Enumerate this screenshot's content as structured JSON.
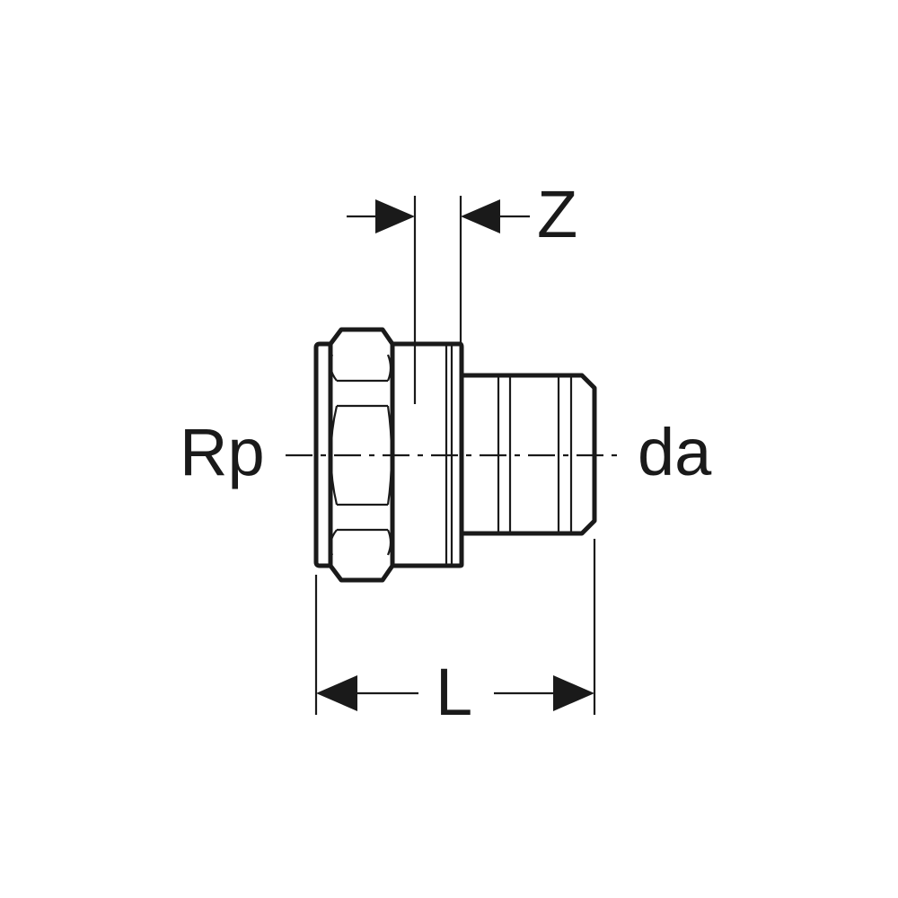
{
  "labels": {
    "thread": "Rp",
    "pipe_diameter": "da",
    "offset": "Z",
    "length": "L"
  },
  "colors": {
    "line": "#1a1a1a",
    "background": "#ffffff"
  }
}
